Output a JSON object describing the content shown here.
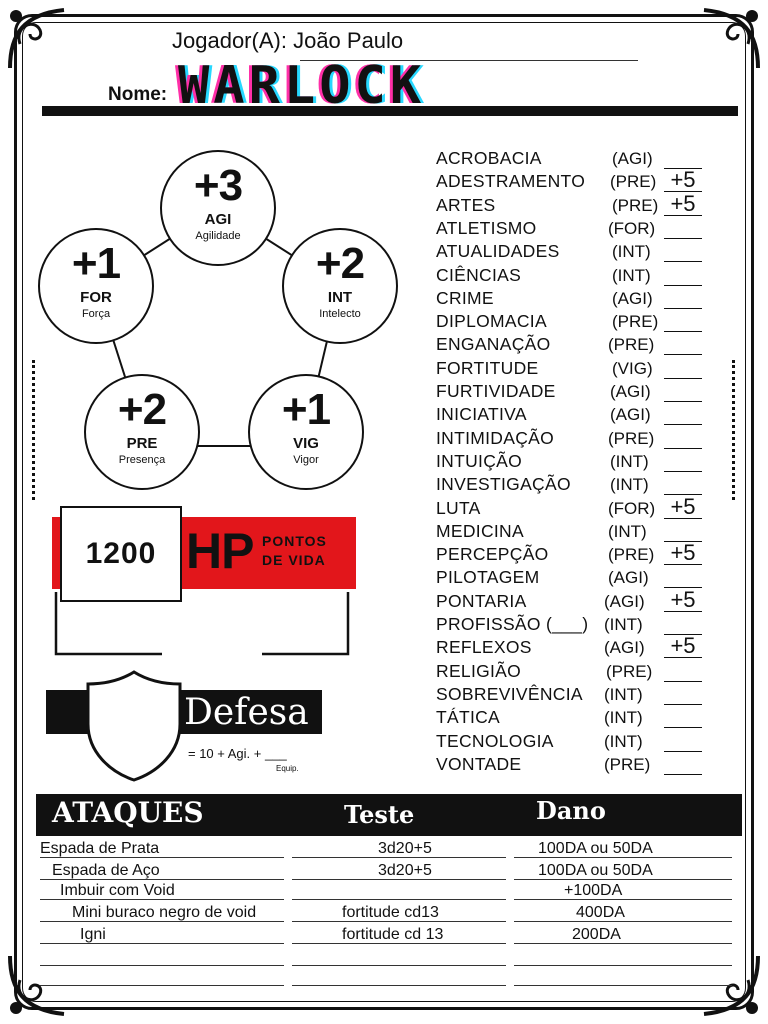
{
  "header": {
    "jogador_label": "Jogador(A):",
    "jogador_name": "João Paulo",
    "nome_label": "Nome:",
    "character_name": "WARLOCK"
  },
  "attributes": [
    {
      "value": "+3",
      "abbr": "AGI",
      "full": "Agilidade"
    },
    {
      "value": "+1",
      "abbr": "FOR",
      "full": "Força"
    },
    {
      "value": "+2",
      "abbr": "INT",
      "full": "Intelecto"
    },
    {
      "value": "+2",
      "abbr": "PRE",
      "full": "Presença"
    },
    {
      "value": "+1",
      "abbr": "VIG",
      "full": "Vigor"
    }
  ],
  "hp": {
    "value": "1200",
    "label": "HP",
    "sub1": "PONTOS",
    "sub2": "DE VIDA"
  },
  "defesa": {
    "label": "Defesa",
    "formula": "= 10 + Agi. + ___",
    "equip": "Equip."
  },
  "skills": [
    {
      "name": "ACROBACIA",
      "attr": "(AGI)",
      "bonus": ""
    },
    {
      "name": "ADESTRAMENTO",
      "attr": "(PRE)",
      "bonus": "+5"
    },
    {
      "name": "ARTES",
      "attr": "(PRE)",
      "bonus": "+5"
    },
    {
      "name": "ATLETISMO",
      "attr": "(FOR)",
      "bonus": ""
    },
    {
      "name": "ATUALIDADES",
      "attr": "(INT)",
      "bonus": ""
    },
    {
      "name": "CIÊNCIAS",
      "attr": "(INT)",
      "bonus": ""
    },
    {
      "name": "CRIME",
      "attr": "(AGI)",
      "bonus": ""
    },
    {
      "name": "DIPLOMACIA",
      "attr": "(PRE)",
      "bonus": ""
    },
    {
      "name": "ENGANAÇÃO",
      "attr": "(PRE)",
      "bonus": ""
    },
    {
      "name": "FORTITUDE",
      "attr": "(VIG)",
      "bonus": ""
    },
    {
      "name": "FURTIVIDADE",
      "attr": "(AGI)",
      "bonus": ""
    },
    {
      "name": "INICIATIVA",
      "attr": "(AGI)",
      "bonus": ""
    },
    {
      "name": "INTIMIDAÇÃO",
      "attr": "(PRE)",
      "bonus": ""
    },
    {
      "name": "INTUIÇÃO",
      "attr": "(INT)",
      "bonus": ""
    },
    {
      "name": "INVESTIGAÇÃO",
      "attr": "(INT)",
      "bonus": ""
    },
    {
      "name": "LUTA",
      "attr": "(FOR)",
      "bonus": "+5"
    },
    {
      "name": "MEDICINA",
      "attr": "(INT)",
      "bonus": ""
    },
    {
      "name": "PERCEPÇÃO",
      "attr": "(PRE)",
      "bonus": "+5"
    },
    {
      "name": "PILOTAGEM",
      "attr": "(AGI)",
      "bonus": ""
    },
    {
      "name": "PONTARIA",
      "attr": "(AGI)",
      "bonus": "+5"
    },
    {
      "name": "PROFISSÃO (___)",
      "attr": "(INT)",
      "bonus": ""
    },
    {
      "name": "REFLEXOS",
      "attr": "(AGI)",
      "bonus": "+5"
    },
    {
      "name": "RELIGIÃO",
      "attr": "(PRE)",
      "bonus": ""
    },
    {
      "name": "SOBREVIVÊNCIA",
      "attr": "(INT)",
      "bonus": ""
    },
    {
      "name": "TÁTICA",
      "attr": "(INT)",
      "bonus": ""
    },
    {
      "name": "TECNOLOGIA",
      "attr": "(INT)",
      "bonus": ""
    },
    {
      "name": "VONTADE",
      "attr": "(PRE)",
      "bonus": ""
    }
  ],
  "attacks": {
    "headers": {
      "name": "ATAQUES",
      "test": "Teste",
      "damage": "Dano"
    },
    "rows": [
      {
        "name": "Espada de Prata",
        "test": "3d20+5",
        "damage": "100DA ou 50DA"
      },
      {
        "name": "Espada de Aço",
        "test": "3d20+5",
        "damage": "100DA ou 50DA"
      },
      {
        "name": "Imbuir com Void",
        "test": "",
        "damage": "+100DA"
      },
      {
        "name": "Mini buraco negro de void",
        "test": "fortitude cd13",
        "damage": "400DA"
      },
      {
        "name": "Igni",
        "test": "fortitude cd 13",
        "damage": "200DA"
      },
      {
        "name": "",
        "test": "",
        "damage": ""
      },
      {
        "name": "",
        "test": "",
        "damage": ""
      }
    ]
  }
}
